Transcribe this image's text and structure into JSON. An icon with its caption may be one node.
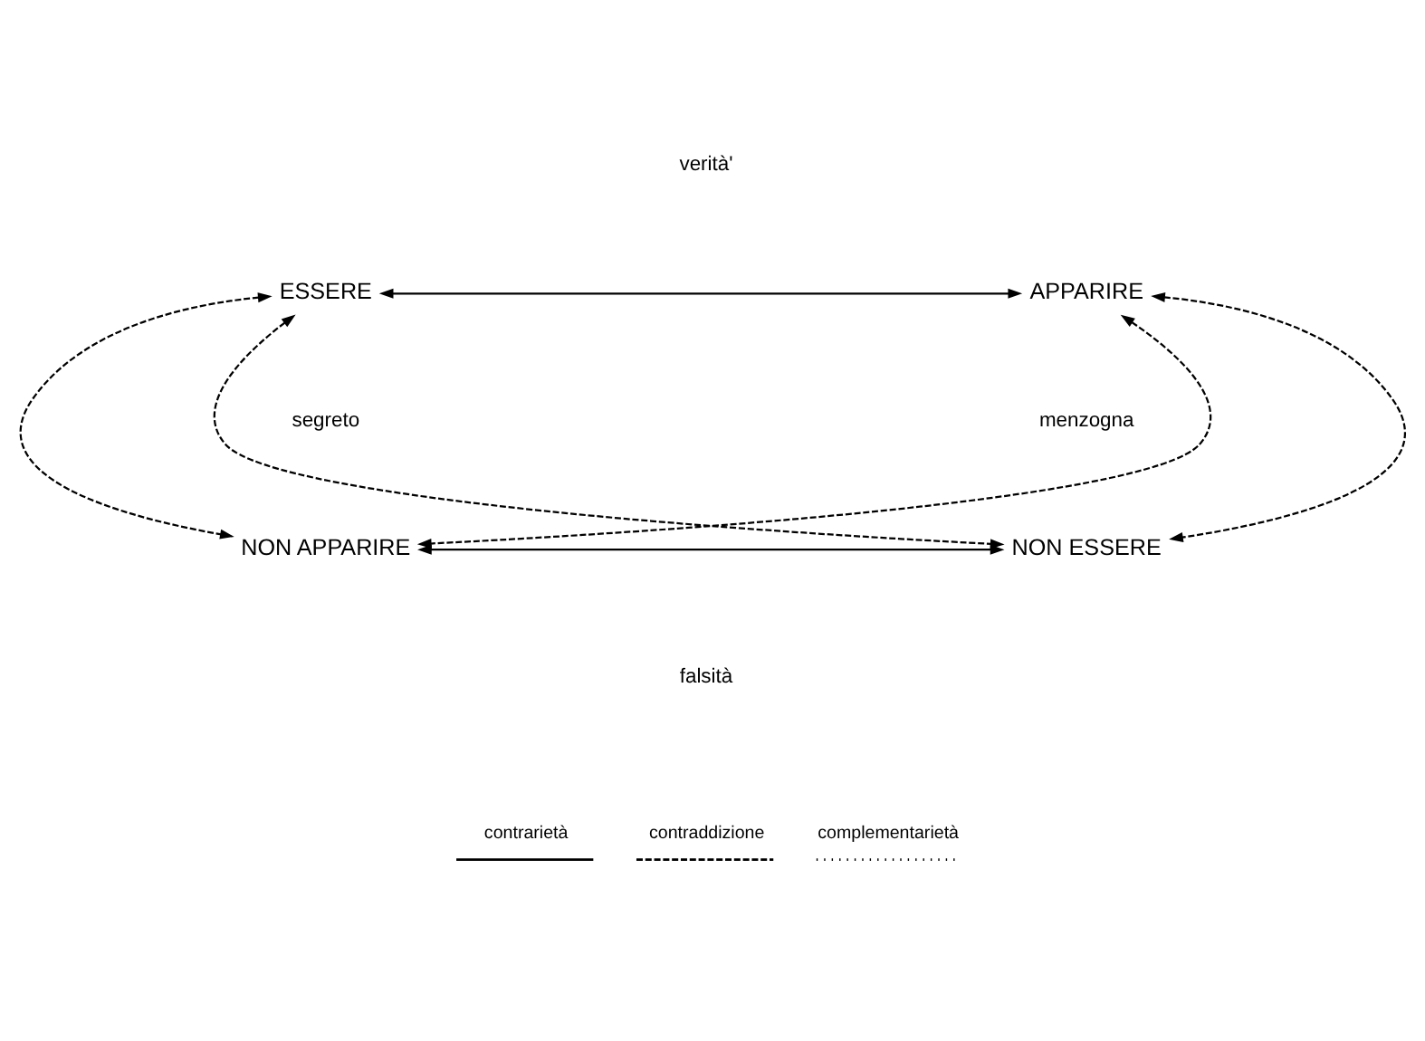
{
  "diagram": {
    "nodes": [
      {
        "text": [
          "ESSERE"
        ]
      },
      {
        "text": [
          "APPARIRE"
        ]
      },
      {
        "text": [
          "NON APPARIRE"
        ]
      },
      {
        "text": [
          "NON ESSERE"
        ]
      }
    ],
    "edges": [
      {
        "from": 0,
        "to": 1,
        "arrow": "both"
      },
      {
        "from": 0,
        "to": 3,
        "arrow": "both",
        "style": "dashed"
      },
      {
        "from": 1,
        "to": 2,
        "arrow": "both",
        "style": "dashed"
      },
      {
        "from": 0,
        "to": 2,
        "arrow": "both",
        "style": "dashed"
      },
      {
        "from": 1,
        "to": 3,
        "arrow": "both",
        "style": "dashed"
      },
      {
        "from": 2,
        "to": 3,
        "arrow": "both"
      }
    ],
    "labels": [
      "verità'",
      "segreto",
      "menzogna",
      "falsità"
    ],
    "legend": [
      {
        "text": "contrarietà"
      },
      {
        "text": "contraddizione"
      },
      {
        "text": "complementarietà"
      }
    ]
  }
}
